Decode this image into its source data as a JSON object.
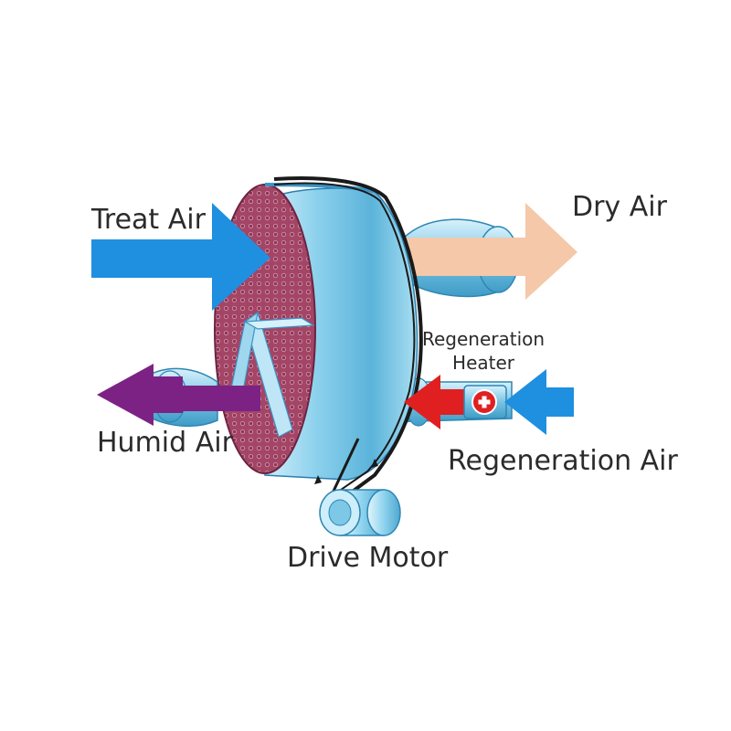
{
  "labels": {
    "treat_air": "Treat Air",
    "dry_air": "Dry Air",
    "humid_air": "Humid Air",
    "regeneration_heater": "Regeneration\nHeater",
    "regeneration_air": "Regeneration Air",
    "drive_motor": "Drive Motor"
  },
  "icons": {
    "heater": "plus-in-circle-icon"
  },
  "colors": {
    "treat_air": "#1f8fe0",
    "dry_air": "#f4c8a8",
    "humid_air": "#7d2285",
    "regeneration_heated": "#e02020",
    "regeneration_air": "#1f8fe0",
    "wheel_face": "#a84a6b",
    "wheel_body": "#7cc8e6",
    "belt": "#1a1a1a"
  }
}
